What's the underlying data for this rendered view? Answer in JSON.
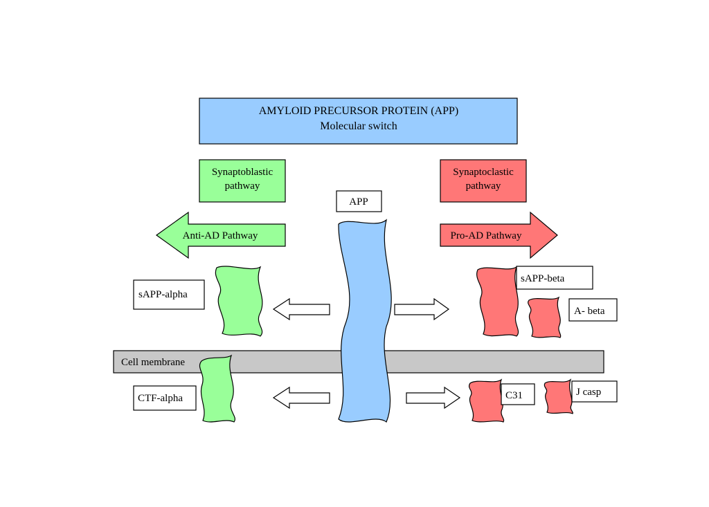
{
  "title": {
    "line1": "AMYLOID PRECURSOR PROTEIN (APP)",
    "line2": "Molecular switch"
  },
  "left_pathway": {
    "name_line1": "Synaptoblastic",
    "name_line2": "pathway",
    "arrow_label": "Anti-AD Pathway"
  },
  "right_pathway": {
    "name_line1": "Synaptoclastic",
    "name_line2": "pathway",
    "arrow_label": "Pro-AD Pathway"
  },
  "center": {
    "app_label": "APP"
  },
  "membrane": {
    "label": "Cell membrane"
  },
  "fragments": {
    "sapp_alpha": "sAPP-alpha",
    "ctf_alpha": "CTF-alpha",
    "sapp_beta": "sAPP-beta",
    "a_beta": "A- beta",
    "c31": "C31",
    "j_casp": "J casp"
  },
  "colors": {
    "blue": "#99ccff",
    "green": "#99ff99",
    "red": "#ff7777",
    "membrane_gray": "#c8c8c8",
    "stroke": "#000000"
  }
}
